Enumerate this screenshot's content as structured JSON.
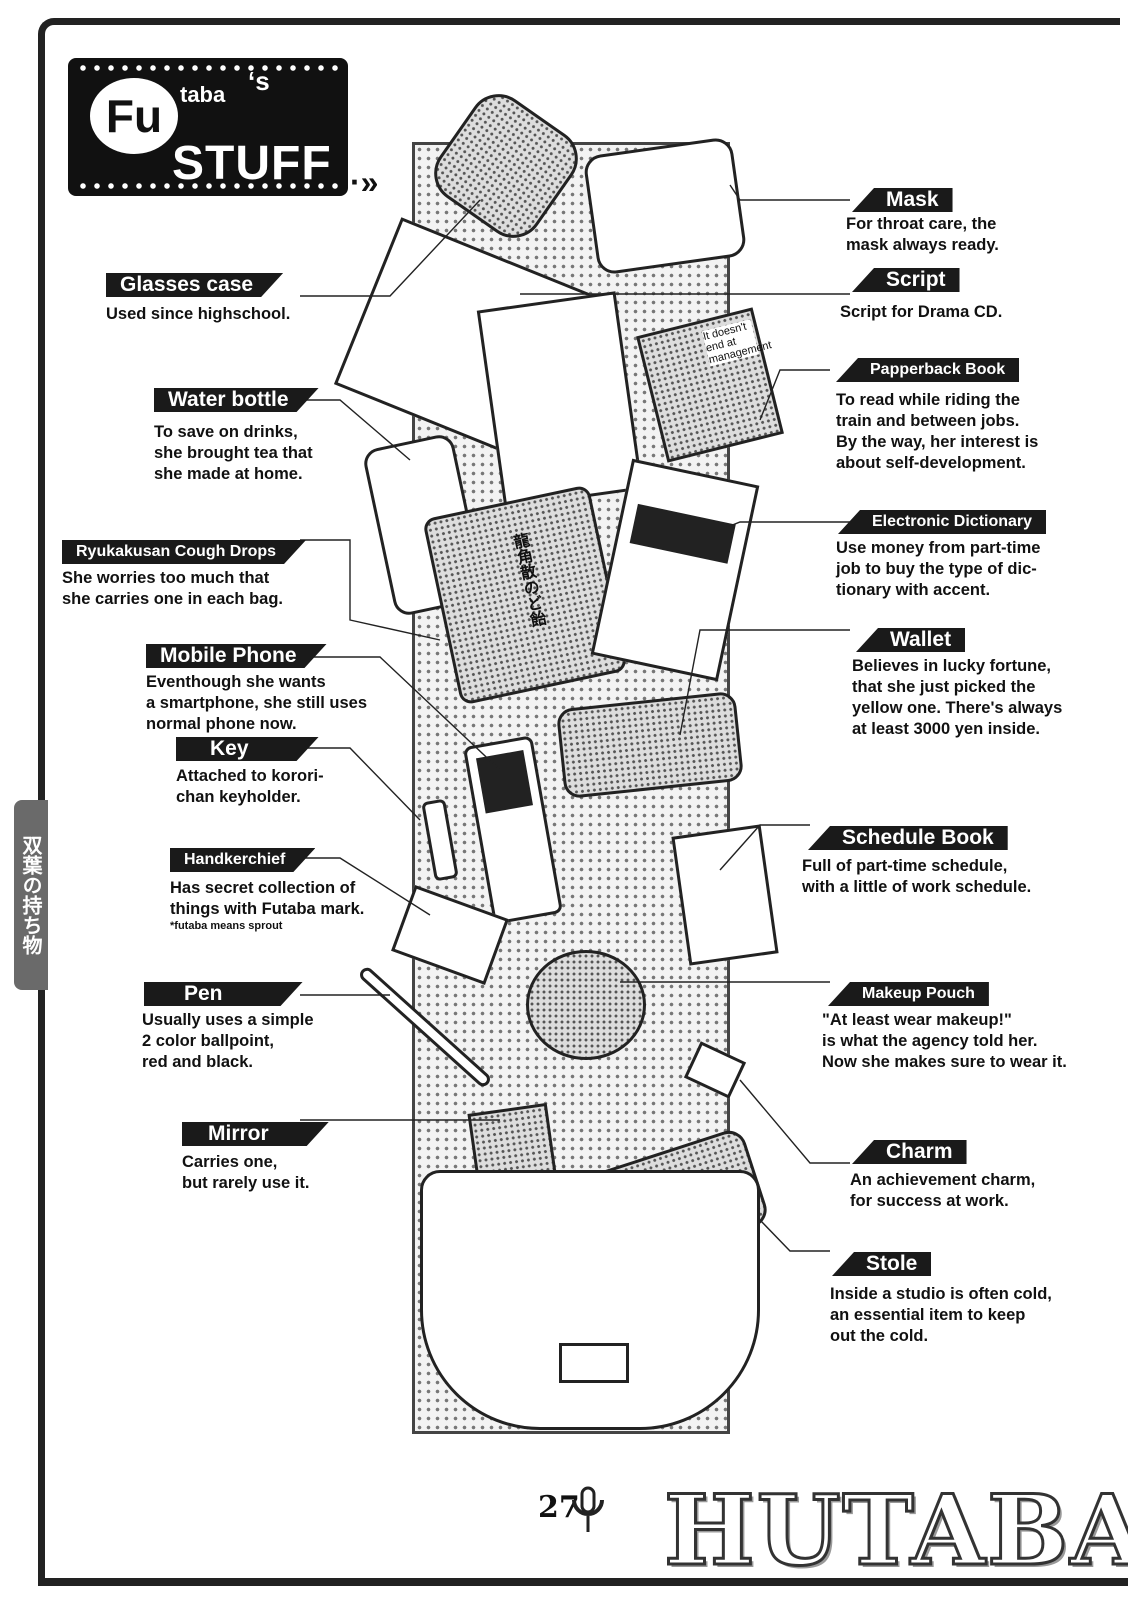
{
  "header": {
    "fu": "Fu",
    "taba": "taba",
    "apostrophe_s": "‘s",
    "stuff": "STUFF",
    "arrow": "·»"
  },
  "side_tab": "双葉の持ち物",
  "items": {
    "mask": {
      "label": "Mask",
      "desc": "For throat care, the\nmask always ready."
    },
    "script": {
      "label": "Script",
      "desc": "Script for Drama CD."
    },
    "paperback": {
      "label": "Papperback Book",
      "desc": "To read while riding the\ntrain and between jobs.\nBy the way, her interest is\nabout self-development.",
      "cover_text": "It doesn't end at management"
    },
    "edict": {
      "label": "Electronic Dictionary",
      "desc": "Use money from part-time\njob to buy the type of dic-\ntionary with accent."
    },
    "wallet": {
      "label": "Wallet",
      "desc": "Believes in lucky fortune,\nthat she just picked the\nyellow one. There's always\nat least 3000 yen inside."
    },
    "schedule": {
      "label": "Schedule Book",
      "desc": "Full of part-time schedule,\nwith a little of work schedule."
    },
    "makeup": {
      "label": "Makeup Pouch",
      "desc": "\"At least wear makeup!\"\nis what the agency told her.\nNow she makes sure to wear it."
    },
    "charm": {
      "label": "Charm",
      "desc": "An achievement charm,\nfor success at work."
    },
    "stole": {
      "label": "Stole",
      "desc": "Inside a studio is often cold,\nan essential item to keep\nout the cold."
    },
    "glasses": {
      "label": "Glasses case",
      "desc": "Used since highschool."
    },
    "water": {
      "label": "Water bottle",
      "desc": "To save on drinks,\nshe brought tea that\nshe made at home."
    },
    "cough": {
      "label": "Ryukakusan Cough Drops",
      "desc": "She worries too much that\nshe carries one in each bag.",
      "pack_text": "龍角散のど飴"
    },
    "phone": {
      "label": "Mobile Phone",
      "desc": "Eventhough she wants\na smartphone, she still uses\nnormal phone now."
    },
    "key": {
      "label": "Key",
      "desc": "Attached to korori-\nchan keyholder."
    },
    "handkerchief": {
      "label": "Handkerchief",
      "desc": "Has secret collection of\nthings with Futaba mark.",
      "note": "*futaba means sprout"
    },
    "pen": {
      "label": "Pen",
      "desc": "Usually uses a simple\n2 color ballpoint,\nred and black."
    },
    "mirror": {
      "label": "Mirror",
      "desc": "Carries one,\nbut rarely use it."
    }
  },
  "footer": {
    "page_number": "27",
    "logo": "HUTABA"
  }
}
